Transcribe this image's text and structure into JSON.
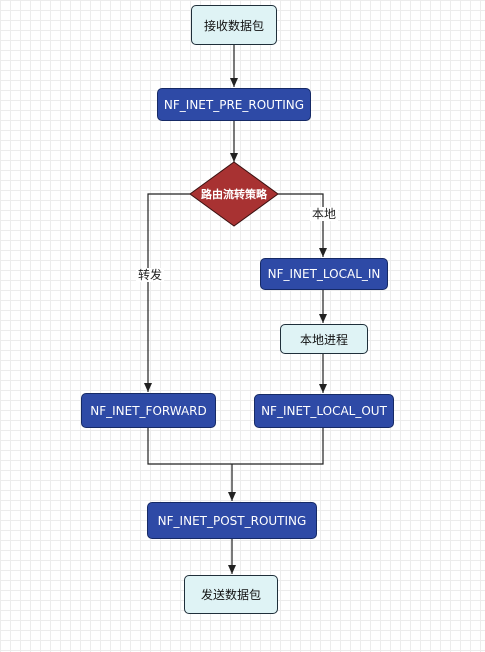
{
  "nodes": {
    "receive": "接收数据包",
    "pre_routing": "NF_INET_PRE_ROUTING",
    "decision": "路由流转策略",
    "local_in": "NF_INET_LOCAL_IN",
    "local_process": "本地进程",
    "forward": "NF_INET_FORWARD",
    "local_out": "NF_INET_LOCAL_OUT",
    "post_routing": "NF_INET_POST_ROUTING",
    "send": "发送数据包"
  },
  "edges": {
    "to_local": "本地",
    "to_forward": "转发"
  },
  "colors": {
    "light_fill": "#dff3f5",
    "blue_fill": "#2e4aa6",
    "decision_fill": "#a83232"
  }
}
